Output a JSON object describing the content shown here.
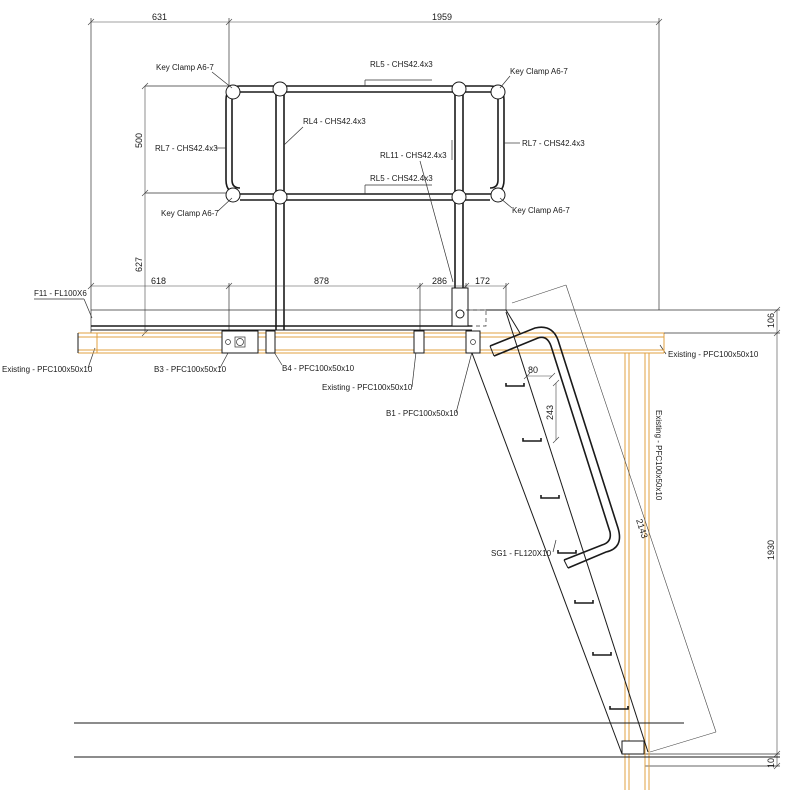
{
  "dimensions": {
    "d631": "631",
    "d1959": "1959",
    "d500": "500",
    "d627": "627",
    "d618": "618",
    "d878": "878",
    "d286": "286",
    "d172": "172",
    "d106": "106",
    "d80": "80",
    "d243": "243",
    "d2143": "2143",
    "d1930": "1930",
    "d10": "10"
  },
  "labels": {
    "key_clamp_tl": "Key Clamp A6-7",
    "key_clamp_tr": "Key Clamp A6-7",
    "key_clamp_bl": "Key Clamp A6-7",
    "key_clamp_br": "Key Clamp A6-7",
    "rl5_top": "RL5 - CHS42.4x3",
    "rl5_mid": "RL5 - CHS42.4x3",
    "rl4": "RL4 - CHS42.4x3",
    "rl7_left": "RL7 - CHS42.4x3",
    "rl7_right": "RL7 - CHS42.4x3",
    "rl11": "RL11 - CHS42.4x3",
    "f11": "F11 - FL100X6",
    "existing_left": "Existing - PFC100x50x10",
    "existing_right": "Existing - PFC100x50x10",
    "existing_mid": "Existing - PFC100x50x10",
    "existing_vert": "Existing - PFC100x50x10",
    "b3": "B3 - PFC100x50x10",
    "b4": "B4 - PFC100x50x10",
    "b1": "B1 - PFC100x50x10",
    "sg1": "SG1 - FL120X10"
  }
}
